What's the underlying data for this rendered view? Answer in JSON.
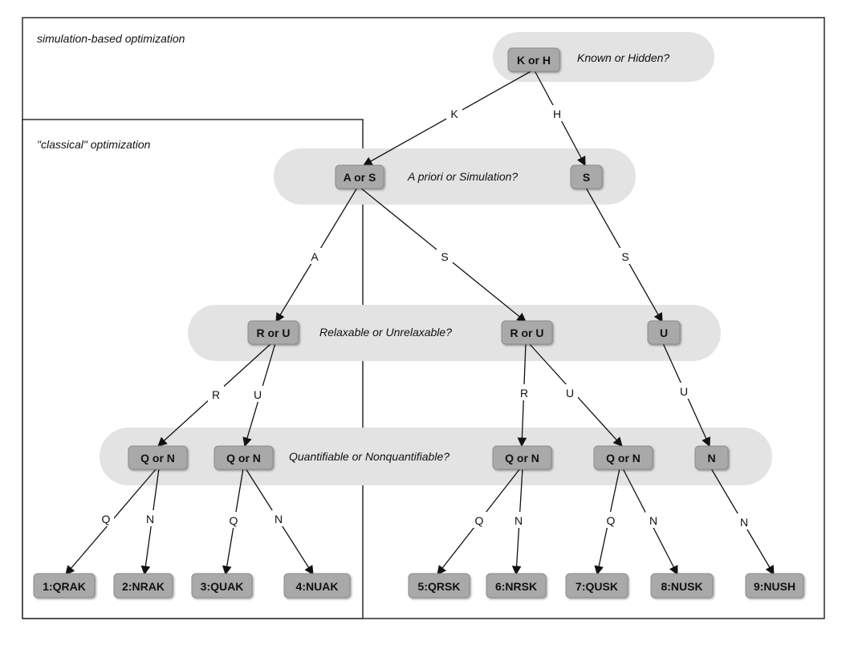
{
  "frames": {
    "outer_title": "simulation-based optimization",
    "inner_title": "\"classical\" optimization"
  },
  "questions": {
    "known_hidden": "Known or Hidden?",
    "apriori_simulation": "A priori or Simulation?",
    "relaxable": "Relaxable or Unrelaxable?",
    "quantifiable": "Quantifiable or Nonquantifiable?"
  },
  "nodes": {
    "kh": "K or H",
    "as": "A or S",
    "s1": "S",
    "ru_a": "R or U",
    "ru_s": "R or U",
    "u1": "U",
    "qn1": "Q or N",
    "qn2": "Q or N",
    "qn3": "Q or N",
    "qn4": "Q or N",
    "n1": "N"
  },
  "leaves": {
    "l1": "1:QRAK",
    "l2": "2:NRAK",
    "l3": "3:QUAK",
    "l4": "4:NUAK",
    "l5": "5:QRSK",
    "l6": "6:NRSK",
    "l7": "7:QUSK",
    "l8": "8:NUSK",
    "l9": "9:NUSH"
  },
  "edge_labels": {
    "k": "K",
    "h": "H",
    "a": "A",
    "s_left": "S",
    "s_right": "S",
    "r1": "R",
    "u1": "U",
    "r2": "R",
    "u2": "U",
    "u3": "U",
    "q1": "Q",
    "n1": "N",
    "q2": "Q",
    "n2": "N",
    "q3": "Q",
    "n3": "N",
    "q4": "Q",
    "n4": "N",
    "n5": "N"
  }
}
